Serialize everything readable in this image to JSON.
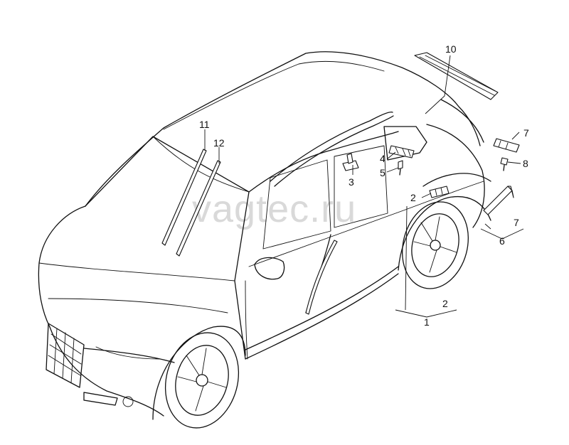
{
  "watermark": "vagtec.ru",
  "callouts": {
    "c1": "1",
    "c2a": "2",
    "c2b": "2",
    "c3": "3",
    "c4": "4",
    "c5": "5",
    "c6": "6",
    "c7a": "7",
    "c7b": "7",
    "c8": "8",
    "c10": "10",
    "c11": "11",
    "c12": "12"
  }
}
